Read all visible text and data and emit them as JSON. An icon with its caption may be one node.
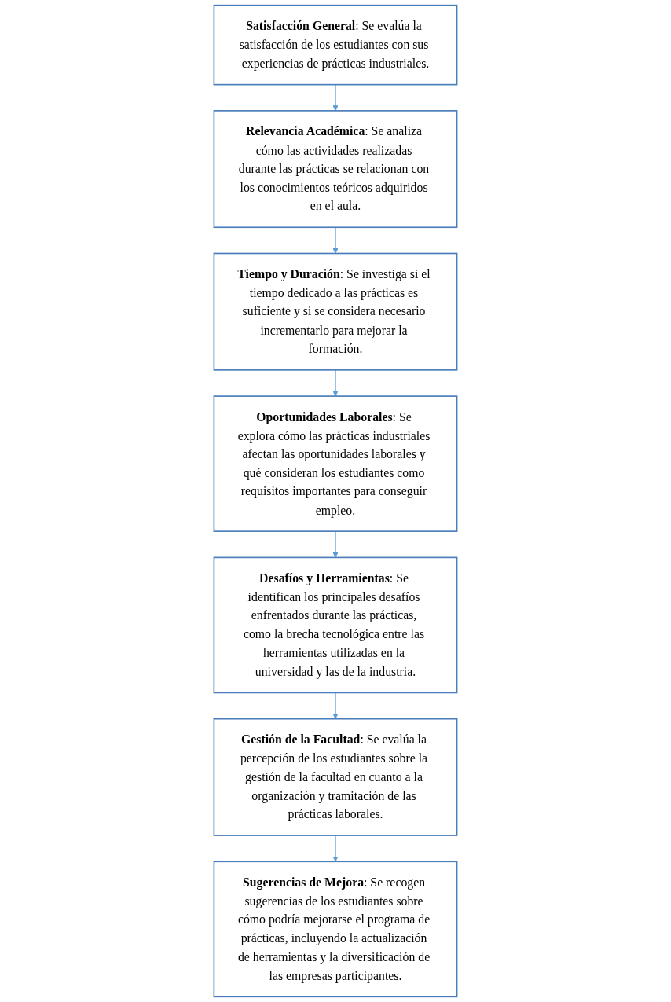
{
  "diagram": {
    "nodes": [
      {
        "text": [
          "**Satisfacción General**: Se evalúa la satisfacción de los estudiantes con sus experiencias de prácticas industriales."
        ]
      },
      {
        "text": [
          "**Relevancia Académica**: Se analiza cómo las actividades realizadas durante las prácticas se relacionan con los conocimientos teóricos adquiridos en el aula."
        ]
      },
      {
        "text": [
          "**Tiempo y Duración**: Se investiga si el tiempo dedicado a las prácticas es suficiente y si se considera necesario incrementarlo para mejorar la formación."
        ]
      },
      {
        "text": [
          "**Oportunidades Laborales**: Se explora cómo las prácticas industriales afectan las oportunidades laborales y qué consideran los estudiantes como requisitos importantes para conseguir empleo."
        ]
      },
      {
        "text": [
          "**Desafíos y Herramientas**: Se identifican los principales desafíos enfrentados durante las prácticas, como la brecha tecnológica entre las herramientas utilizadas en la universidad y las de la industria."
        ]
      },
      {
        "text": [
          "**Gestión de la Facultad**: Se evalúa la percepción de los estudiantes sobre la gestión de la facultad en cuanto a la organización y tramitación de las prácticas laborales."
        ]
      },
      {
        "text": [
          "**Sugerencias de Mejora**: Se recogen sugerencias de los estudiantes sobre cómo podría mejorarse el programa de prácticas, incluyendo la actualización de herramientas y la diversificación de las empresas participantes."
        ]
      }
    ],
    "edges": [
      {
        "from": 0,
        "to": 1,
        "arrow": "to"
      },
      {
        "from": 1,
        "to": 2,
        "arrow": "to"
      },
      {
        "from": 2,
        "to": 3,
        "arrow": "to"
      },
      {
        "from": 3,
        "to": 4,
        "arrow": "to"
      },
      {
        "from": 4,
        "to": 5,
        "arrow": "to"
      },
      {
        "from": 5,
        "to": 6,
        "arrow": "to"
      }
    ]
  }
}
